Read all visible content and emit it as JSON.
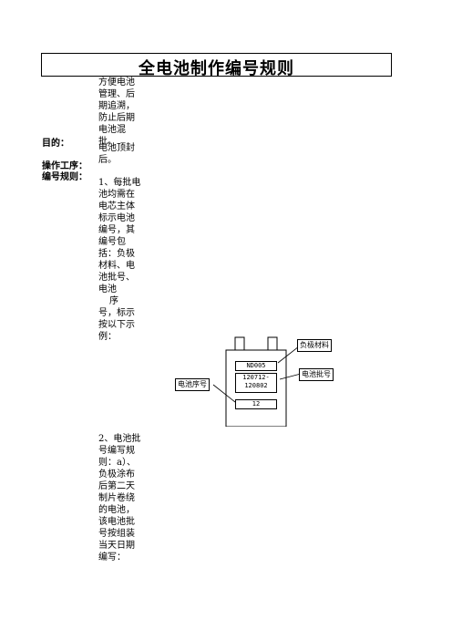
{
  "title": "全电池制作编号规则",
  "labels": {
    "purpose": "目的：",
    "process": "操作工序：",
    "rules": "编号规则："
  },
  "purpose_text": "方便电池管理、后期追溯，防止后期电池混批。",
  "process_text": "电池顶封后。",
  "rule1_text": "1、每批电池均需在电芯主体标示电池编号，其编号包括：负极材料、电池批号、电池序号，标示按以下示例：",
  "rule1_seq": "序",
  "rule1_rest": "号，标示按以下示例：",
  "rule1_head": "1、每批电池均需在电芯主体标示电池编号，其编号包括：负极材料、电池批号、电池",
  "diagram": {
    "anode_label": "负极材料",
    "batch_label": "电池批号",
    "seq_label": "电池序号",
    "anode_value": "ND005",
    "batch_value_line1": "120712-",
    "batch_value_line2": "120802",
    "seq_value": "12"
  },
  "rule2_text": "2、电池批号编写规则：a）、负极涂布后第二天制片卷绕的电池，该电池批号按组装当天日期编写："
}
